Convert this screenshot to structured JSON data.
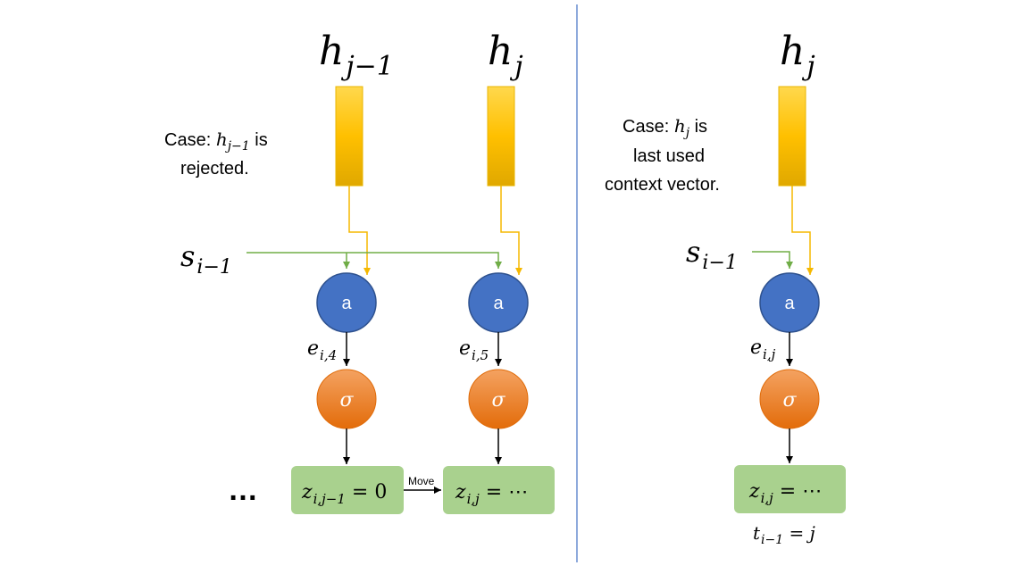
{
  "left_panel": {
    "h_prev": "h",
    "h_prev_sub": "j−1",
    "h_curr": "h",
    "h_curr_sub": "j",
    "case_text_line1_prefix": "Case: ",
    "case_math": "h",
    "case_math_sub": "j−1",
    "case_text_line1_suffix": " is",
    "case_text_line2": "rejected.",
    "s_label": "s",
    "s_sub": "i−1",
    "node_a_label": "a",
    "node_sigma_label": "σ",
    "e_label_1": "e",
    "e_label_1_sub": "i,4",
    "e_label_2": "e",
    "e_label_2_sub": "i,5",
    "ellipsis": "…",
    "z_box_1_main": "z",
    "z_box_1_sub": "i,j−1",
    "z_box_1_rest": " = 0",
    "z_box_2_main": "z",
    "z_box_2_sub": "i,j",
    "z_box_2_rest": " = ⋯",
    "move_label": "Move"
  },
  "right_panel": {
    "h_curr": "h",
    "h_curr_sub": "j",
    "case_line1_prefix": "Case: ",
    "case_math": "h",
    "case_math_sub": "j",
    "case_line1_suffix": " is",
    "case_line2": "last used",
    "case_line3": "context vector.",
    "s_label": "s",
    "s_sub": "i−1",
    "node_a_label": "a",
    "node_sigma_label": "σ",
    "e_label": "e",
    "e_label_sub": "i,j",
    "z_box_main": "z",
    "z_box_sub": "i,j",
    "z_box_rest": " = ⋯",
    "t_main": "t",
    "t_sub": "i−1",
    "t_rest": " = j"
  },
  "colors": {
    "bar_top": "#FFD84D",
    "bar_mid": "#FFC000",
    "bar_bottom": "#E0A800",
    "yellow_line": "#F5B800",
    "green_line": "#70AD47",
    "blue_node": "#4472C4",
    "blue_node_stroke": "#2F528F",
    "orange_node_top": "#F4A261",
    "orange_node_bottom": "#E36C0A",
    "z_box_fill": "#A9D18E",
    "divider": "#4472C4"
  }
}
